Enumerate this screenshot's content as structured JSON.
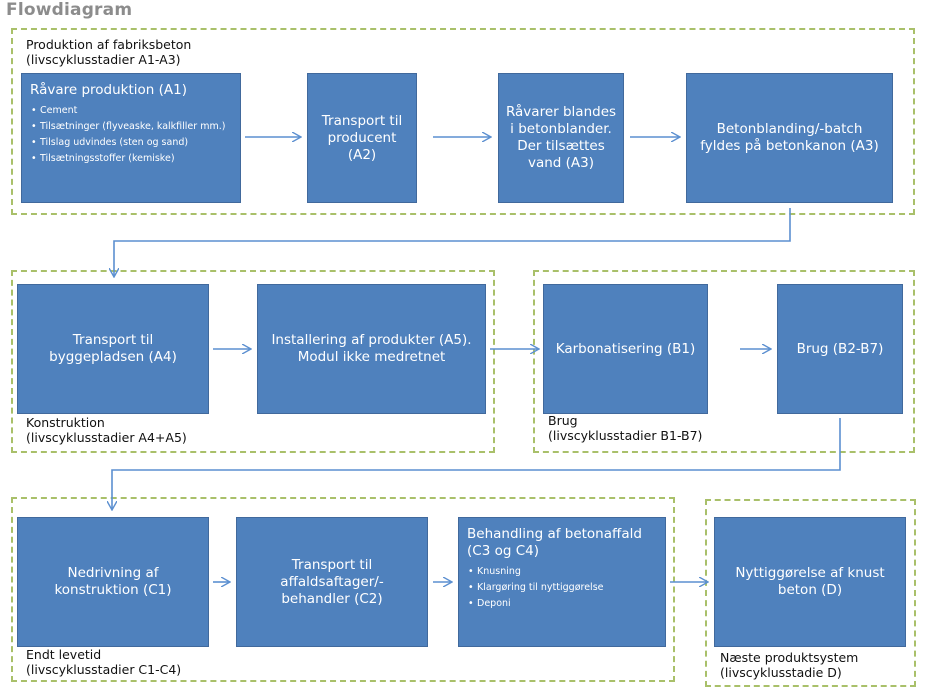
{
  "title": "Flowdiagram",
  "groups": {
    "g1": {
      "line1": "Produktion af fabriksbeton",
      "line2": "(livscyklusstadier A1-A3)"
    },
    "g2": {
      "line1": "Konstruktion",
      "line2": "(livscyklusstadier A4+A5)"
    },
    "g3": {
      "line1": "Brug",
      "line2": "(livscyklusstadier B1-B7)"
    },
    "g4": {
      "line1": "Endt levetid",
      "line2": "(livscyklusstadier C1-C4)"
    },
    "g5": {
      "line1": "Næste produktsystem",
      "line2": "(livscyklusstadie D)"
    }
  },
  "boxes": {
    "a1": {
      "title": "Råvare produktion (A1)",
      "items": [
        "Cement",
        "Tilsætninger (flyveaske, kalkfiller mm.)",
        "Tilslag udvindes (sten og sand)",
        "Tilsætningsstoffer (kemiske)"
      ]
    },
    "a2": {
      "lines": [
        "Transport til",
        "producent",
        "(A2)"
      ]
    },
    "a2b": {
      "lines": [
        "Råvarer blandes",
        "i betonblander.",
        "Der tilsættes",
        "vand (A3)"
      ]
    },
    "a3": {
      "lines": [
        "Betonblanding/-batch",
        "fyldes på betonkanon (A3)"
      ]
    },
    "a4": {
      "lines": [
        "Transport til",
        "byggepladsen (A4)"
      ]
    },
    "a5": {
      "lines": [
        "Installering af produkter (A5).",
        "Modul ikke medretnet"
      ]
    },
    "b1": {
      "lines": [
        "Karbonatisering (B1)"
      ]
    },
    "b2": {
      "lines": [
        "Brug (B2-B7)"
      ]
    },
    "c1": {
      "lines": [
        "Nedrivning af",
        "konstruktion (C1)"
      ]
    },
    "c2": {
      "lines": [
        "Transport til",
        "affaldsaftager/-",
        "behandler (C2)"
      ]
    },
    "c3": {
      "title": "Behandling af betonaffald (C3 og C4)",
      "items": [
        "Knusning",
        "Klargøring til nyttiggørelse",
        "Deponi"
      ]
    },
    "d": {
      "lines": [
        "Nyttiggørelse af knust",
        "beton (D)"
      ]
    }
  },
  "colors": {
    "box": "#4f81bd",
    "group_border": "#a9c06a",
    "arrow": "#5b8fd0"
  }
}
